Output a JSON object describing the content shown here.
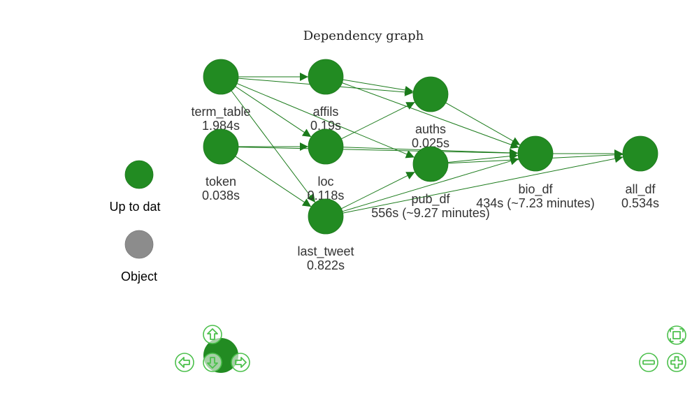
{
  "title": "Dependency graph",
  "colors": {
    "up_to_date": "#228b22",
    "object": "#8c8c8c",
    "edge": "#1a7a1a",
    "nav": "#4cc04c"
  },
  "nodes": [
    {
      "id": "term_table",
      "name": "term_table",
      "time": "1.984s"
    },
    {
      "id": "token",
      "name": "token",
      "time": "0.038s"
    },
    {
      "id": "affils",
      "name": "affils",
      "time": "0.19s"
    },
    {
      "id": "loc",
      "name": "loc",
      "time": "0.118s"
    },
    {
      "id": "last_tweet",
      "name": "last_tweet",
      "time": "0.822s"
    },
    {
      "id": "auths",
      "name": "auths",
      "time": "0.025s"
    },
    {
      "id": "pub_df",
      "name": "pub_df",
      "time": "556s (~9.27 minutes)"
    },
    {
      "id": "bio_df",
      "name": "bio_df",
      "time": "434s (~7.23 minutes)"
    },
    {
      "id": "all_df",
      "name": "all_df",
      "time": "0.534s"
    }
  ],
  "edges": [
    [
      "term_table",
      "affils"
    ],
    [
      "term_table",
      "auths"
    ],
    [
      "term_table",
      "loc"
    ],
    [
      "term_table",
      "pub_df"
    ],
    [
      "term_table",
      "last_tweet"
    ],
    [
      "token",
      "loc"
    ],
    [
      "token",
      "bio_df"
    ],
    [
      "token",
      "last_tweet"
    ],
    [
      "affils",
      "auths"
    ],
    [
      "affils",
      "bio_df"
    ],
    [
      "loc",
      "auths"
    ],
    [
      "loc",
      "bio_df"
    ],
    [
      "last_tweet",
      "pub_df"
    ],
    [
      "last_tweet",
      "bio_df"
    ],
    [
      "last_tweet",
      "all_df"
    ],
    [
      "auths",
      "bio_df"
    ],
    [
      "pub_df",
      "bio_df"
    ],
    [
      "pub_df",
      "all_df"
    ],
    [
      "bio_df",
      "all_df"
    ]
  ],
  "legend": [
    {
      "label": "Up to dat",
      "color": "#228b22"
    },
    {
      "label": "Object",
      "color": "#8c8c8c"
    }
  ],
  "navigation": {
    "up": "up-arrow-icon",
    "down": "down-arrow-icon",
    "left": "left-arrow-icon",
    "right": "right-arrow-icon",
    "zoom_in": "plus-icon",
    "zoom_out": "minus-icon",
    "fit": "fit-to-screen-icon"
  }
}
